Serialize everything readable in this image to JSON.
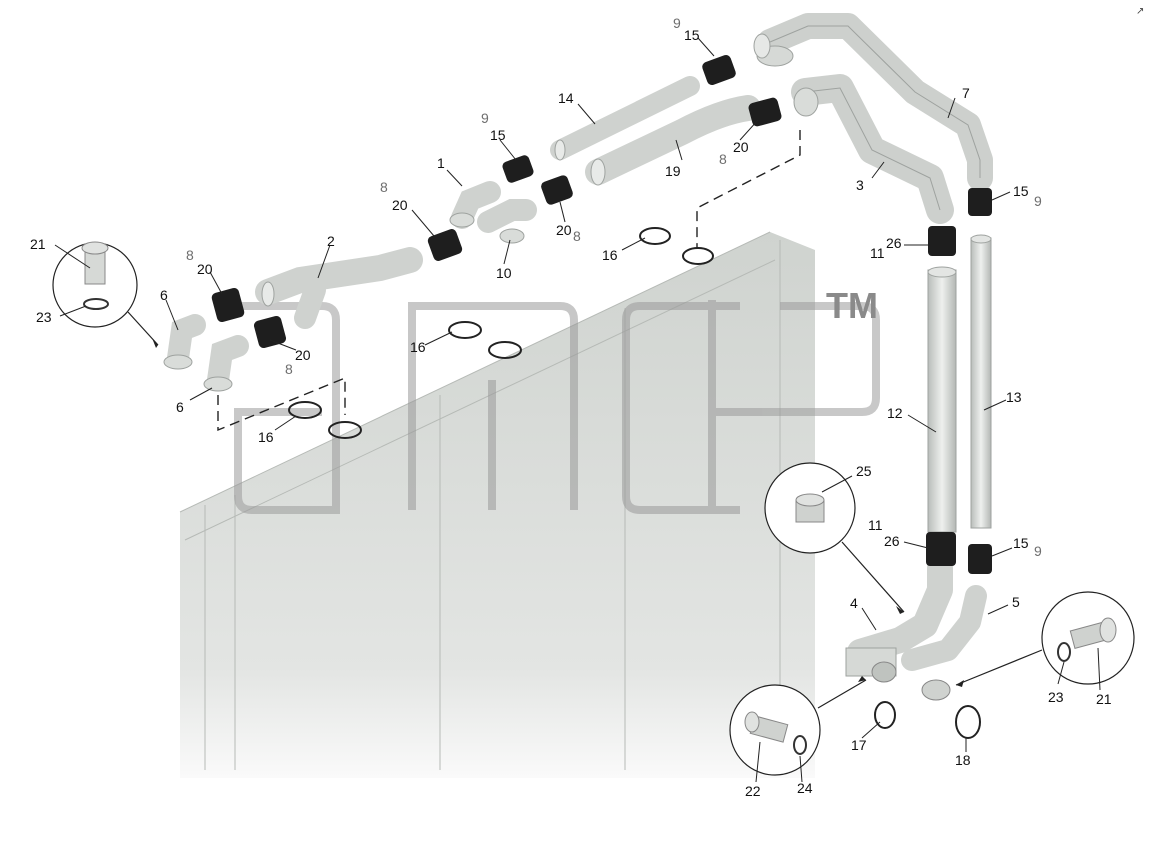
{
  "watermark": {
    "trademark": "TM"
  },
  "corner_mark": "↗",
  "callouts": [
    {
      "id": "c-9a",
      "text": "9",
      "tone": "grey"
    },
    {
      "id": "c-15a",
      "text": "15",
      "tone": "black"
    },
    {
      "id": "c-14",
      "text": "14",
      "tone": "black"
    },
    {
      "id": "c-7",
      "text": "7",
      "tone": "black"
    },
    {
      "id": "c-9b",
      "text": "9",
      "tone": "grey"
    },
    {
      "id": "c-15b",
      "text": "15",
      "tone": "black"
    },
    {
      "id": "c-20a",
      "text": "20",
      "tone": "black"
    },
    {
      "id": "c-8a",
      "text": "8",
      "tone": "grey"
    },
    {
      "id": "c-19",
      "text": "19",
      "tone": "black"
    },
    {
      "id": "c-3",
      "text": "3",
      "tone": "black"
    },
    {
      "id": "c-15c",
      "text": "15",
      "tone": "black"
    },
    {
      "id": "c-9c",
      "text": "9",
      "tone": "grey"
    },
    {
      "id": "c-1",
      "text": "1",
      "tone": "black"
    },
    {
      "id": "c-8b",
      "text": "8",
      "tone": "grey"
    },
    {
      "id": "c-20b",
      "text": "20",
      "tone": "black"
    },
    {
      "id": "c-20c",
      "text": "20",
      "tone": "black"
    },
    {
      "id": "c-8c",
      "text": "8",
      "tone": "grey"
    },
    {
      "id": "c-16a",
      "text": "16",
      "tone": "black"
    },
    {
      "id": "c-10",
      "text": "10",
      "tone": "black"
    },
    {
      "id": "c-26a",
      "text": "26",
      "tone": "black"
    },
    {
      "id": "c-11a",
      "text": "11",
      "tone": "black"
    },
    {
      "id": "c-21a",
      "text": "21",
      "tone": "black"
    },
    {
      "id": "c-2",
      "text": "2",
      "tone": "black"
    },
    {
      "id": "c-8d",
      "text": "8",
      "tone": "grey"
    },
    {
      "id": "c-20d",
      "text": "20",
      "tone": "black"
    },
    {
      "id": "c-6a",
      "text": "6",
      "tone": "black"
    },
    {
      "id": "c-23a",
      "text": "23",
      "tone": "black"
    },
    {
      "id": "c-16b",
      "text": "16",
      "tone": "black"
    },
    {
      "id": "c-20e",
      "text": "20",
      "tone": "black"
    },
    {
      "id": "c-8e",
      "text": "8",
      "tone": "grey"
    },
    {
      "id": "c-6b",
      "text": "6",
      "tone": "black"
    },
    {
      "id": "c-12",
      "text": "12",
      "tone": "black"
    },
    {
      "id": "c-13",
      "text": "13",
      "tone": "black"
    },
    {
      "id": "c-16c",
      "text": "16",
      "tone": "black"
    },
    {
      "id": "c-25",
      "text": "25",
      "tone": "black"
    },
    {
      "id": "c-11b",
      "text": "11",
      "tone": "black"
    },
    {
      "id": "c-26b",
      "text": "26",
      "tone": "black"
    },
    {
      "id": "c-15d",
      "text": "15",
      "tone": "black"
    },
    {
      "id": "c-9d",
      "text": "9",
      "tone": "grey"
    },
    {
      "id": "c-4",
      "text": "4",
      "tone": "black"
    },
    {
      "id": "c-5",
      "text": "5",
      "tone": "black"
    },
    {
      "id": "c-23b",
      "text": "23",
      "tone": "black"
    },
    {
      "id": "c-21b",
      "text": "21",
      "tone": "black"
    },
    {
      "id": "c-17",
      "text": "17",
      "tone": "black"
    },
    {
      "id": "c-18",
      "text": "18",
      "tone": "black"
    },
    {
      "id": "c-22",
      "text": "22",
      "tone": "black"
    },
    {
      "id": "c-24",
      "text": "24",
      "tone": "black"
    }
  ]
}
